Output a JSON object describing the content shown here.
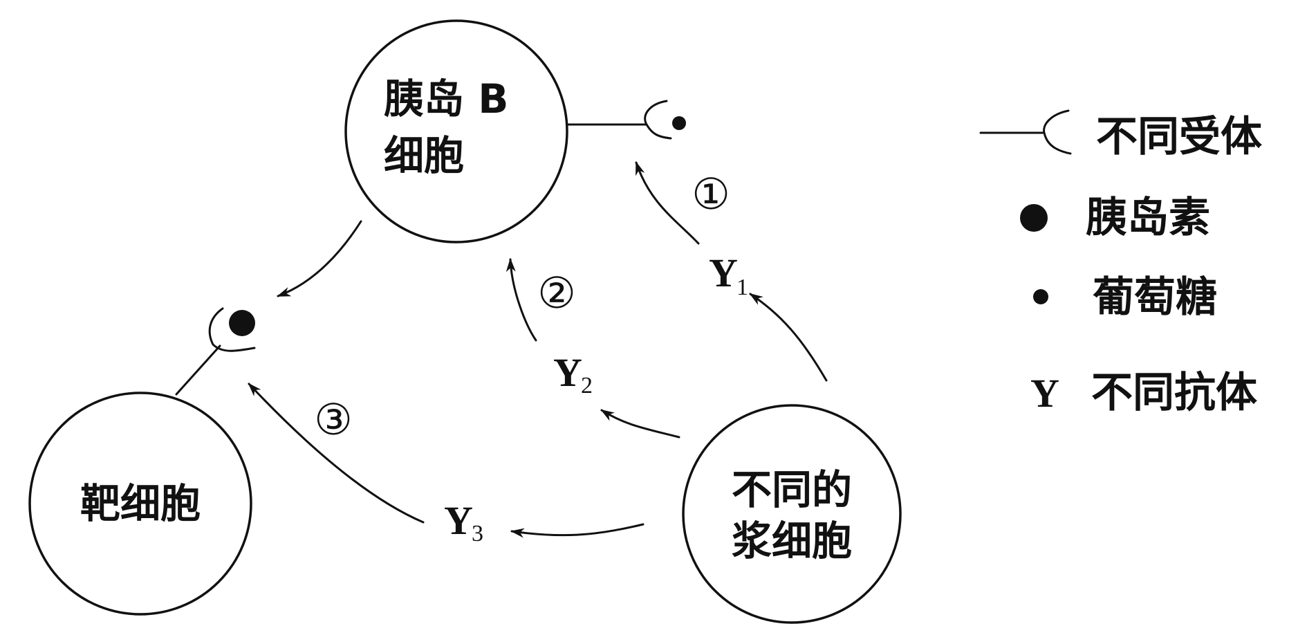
{
  "nodes": {
    "beta_cell": {
      "line1": "胰岛 B",
      "line2": "细胞"
    },
    "target_cell": {
      "label": "靶细胞"
    },
    "plasma_cells": {
      "line1": "不同的",
      "line2": "浆细胞"
    }
  },
  "antibodies": [
    {
      "letter": "Y",
      "sub": "1"
    },
    {
      "letter": "Y",
      "sub": "2"
    },
    {
      "letter": "Y",
      "sub": "3"
    }
  ],
  "pathway_numbers": [
    "①",
    "②",
    "③"
  ],
  "legend": {
    "receptor": "不同受体",
    "insulin": "胰岛素",
    "glucose": "葡萄糖",
    "antibody_symbol": "Y",
    "antibody": "不同抗体"
  },
  "colors": {
    "ink": "#111111",
    "background": "#ffffff"
  }
}
